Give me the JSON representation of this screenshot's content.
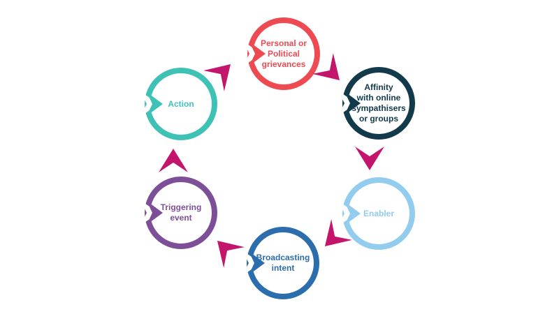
{
  "background_color": "#ffffff",
  "arrow_color": "#c4156c",
  "cycle": {
    "description": "Six-stage radicalisation cycle diagram, clockwise flow",
    "nodes": [
      {
        "id": "personal-grievances",
        "label": "Personal or\nPolitical\ngrievances",
        "color": "#ee4a52"
      },
      {
        "id": "affinity-online",
        "label": "Affinity\nwith online\nsympathisers\nor groups",
        "color": "#123a4b"
      },
      {
        "id": "enabler",
        "label": "Enabler",
        "color": "#92ccef"
      },
      {
        "id": "broadcasting-intent",
        "label": "Broadcasting\nintent",
        "color": "#2c6dad"
      },
      {
        "id": "triggering-event",
        "label": "Triggering\nevent",
        "color": "#7d4f98"
      },
      {
        "id": "action",
        "label": "Action",
        "color": "#3ec2b6"
      }
    ],
    "arrows": [
      {
        "from": "action",
        "to": "personal-grievances",
        "direction": "up-right"
      },
      {
        "from": "personal-grievances",
        "to": "affinity-online",
        "direction": "down-right"
      },
      {
        "from": "affinity-online",
        "to": "enabler",
        "direction": "down"
      },
      {
        "from": "enabler",
        "to": "broadcasting-intent",
        "direction": "down-left"
      },
      {
        "from": "broadcasting-intent",
        "to": "triggering-event",
        "direction": "up-left"
      },
      {
        "from": "triggering-event",
        "to": "action",
        "direction": "up"
      }
    ]
  }
}
